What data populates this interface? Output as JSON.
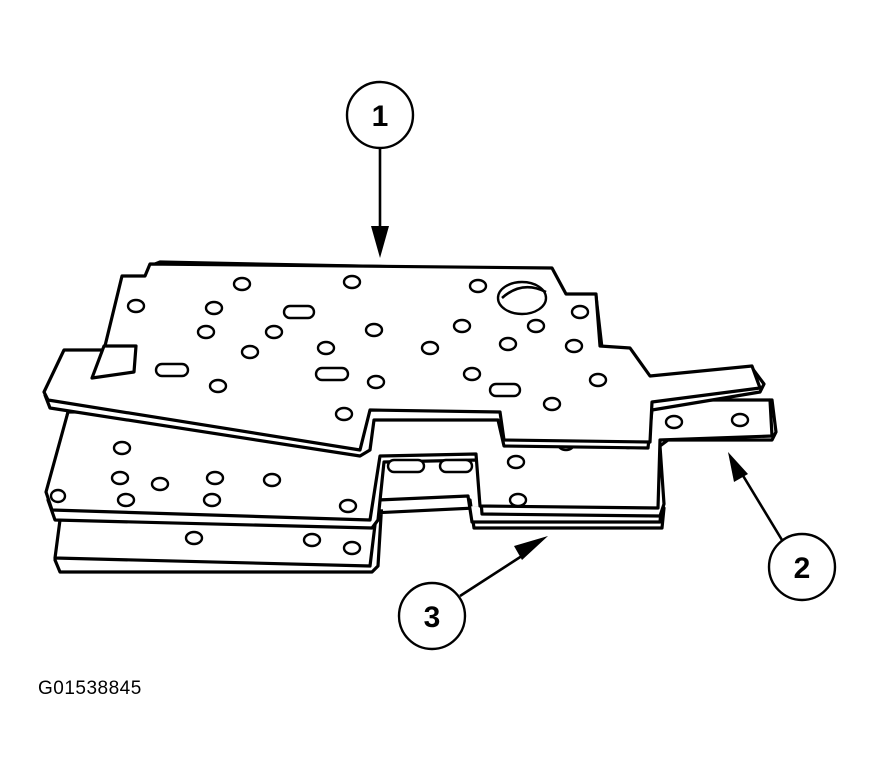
{
  "callouts": [
    {
      "label": "1"
    },
    {
      "label": "2"
    },
    {
      "label": "3"
    }
  ],
  "figure_id": "G01538845"
}
